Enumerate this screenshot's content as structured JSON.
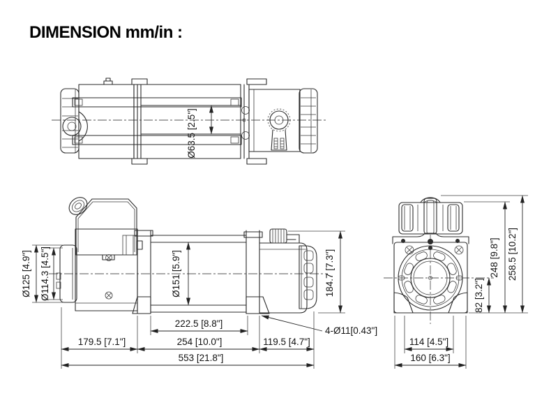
{
  "title": "DIMENSION mm/in :",
  "views": {
    "top": {
      "label": "top view",
      "dims": {
        "cable_diameter": "Ø63.5 [2.5\"]"
      }
    },
    "side": {
      "label": "side view",
      "dims": {
        "drum_flange_od": "Ø125 [4.9\"]",
        "drum_flange_id": "Ø114.3 [4.5\"]",
        "drum_diameter": "Ø151 [5.9\"]",
        "body_height": "184.7 [7.3\"]",
        "bolt_pattern_length": "222.5 [8.8\"]",
        "motor_length": "179.5 [7.1\"]",
        "mount_length": "254 [10.0\"]",
        "gearbox_length": "119.5 [4.7\"]",
        "overall_length": "553 [21.8\"]",
        "mount_holes": "4-Ø11[0.43\"]"
      }
    },
    "end": {
      "label": "end view",
      "dims": {
        "centerline_height": "82 [3.2\"]",
        "box_height": "248 [9.8\"]",
        "overall_height": "258.5 [10.2\"]",
        "foot_width": "114 [4.5\"]",
        "base_width": "160 [6.3\"]"
      }
    }
  }
}
